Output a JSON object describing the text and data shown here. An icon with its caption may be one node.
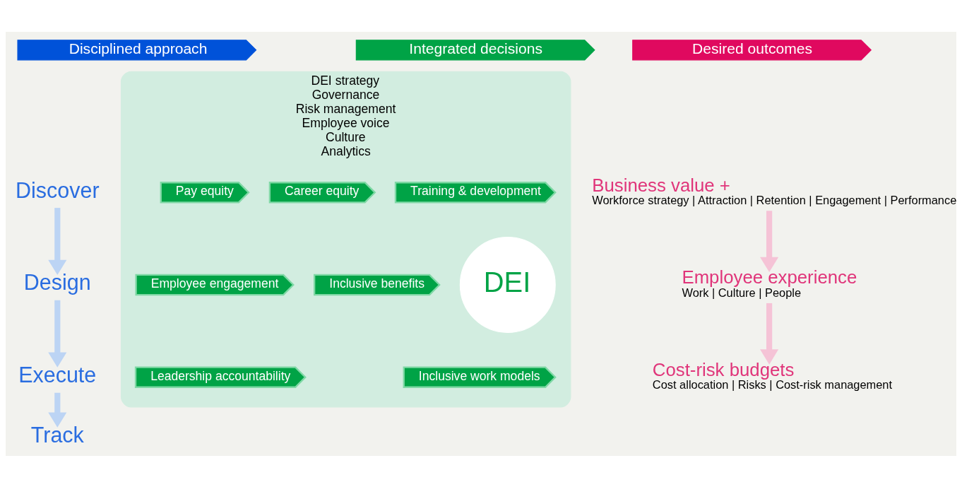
{
  "diagram": {
    "nodes": [
      {
        "text": [
          "Disciplined approach"
        ]
      },
      {
        "text": [
          "Integrated decisions"
        ]
      },
      {
        "text": [
          "Desired outcomes"
        ]
      },
      {
        "text": [
          "Discover"
        ]
      },
      {
        "text": [
          "Design"
        ]
      },
      {
        "text": [
          "Execute"
        ]
      },
      {
        "text": [
          "Track"
        ]
      },
      {
        "text": [
          "DEI strategy",
          "Governance",
          "Risk management",
          "Employee voice",
          "Culture",
          "Analytics"
        ]
      },
      {
        "text": [
          "Training & development"
        ],
        "in": 7
      },
      {
        "text": [
          "Career equity"
        ],
        "in": 7
      },
      {
        "text": [
          "Inclusive benefits"
        ],
        "in": 7
      },
      {
        "text": [
          "Inclusive work models"
        ],
        "in": 7
      },
      {
        "text": [
          "Leadership accountability"
        ],
        "in": 7
      },
      {
        "text": [
          "Employee engagement"
        ],
        "in": 7
      },
      {
        "text": [
          "Pay equity"
        ],
        "in": 7
      },
      {
        "text": [
          "DEI"
        ],
        "in": 7
      },
      {
        "text": [
          "Business value +",
          "Workforce strategy | Attraction | Retention | Engagement | Performance"
        ]
      },
      {
        "text": [
          "Employee experience",
          "Work | Culture | People"
        ]
      },
      {
        "text": [
          "Cost-risk budgets",
          "Cost allocation | Risks | Cost-risk management"
        ]
      }
    ],
    "edges": [
      {
        "from": 3,
        "to": 4,
        "arrow": "to"
      },
      {
        "from": 4,
        "to": 5,
        "arrow": "to"
      },
      {
        "from": 5,
        "to": 6,
        "arrow": "to"
      },
      {
        "from": 16,
        "to": 17,
        "arrow": "to",
        "color": "#f5c3d6"
      },
      {
        "from": 17,
        "to": 18,
        "arrow": "to",
        "color": "#f5c3d6"
      }
    ]
  }
}
